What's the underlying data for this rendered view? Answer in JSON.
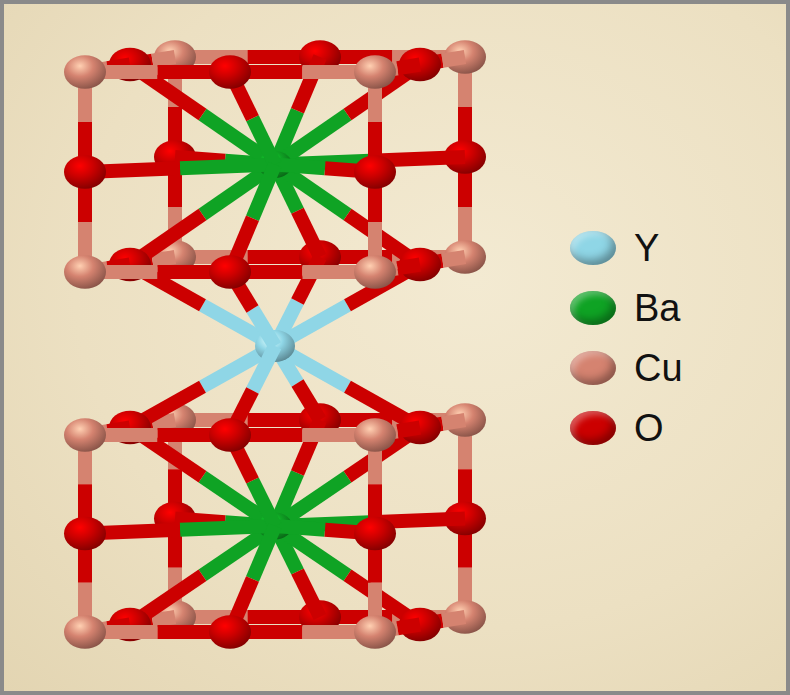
{
  "diagram": {
    "legend": [
      {
        "text": "Y",
        "color": "#8fd6e6"
      },
      {
        "text": "Ba",
        "color": "#0fa324"
      },
      {
        "text": "Cu",
        "color": "#d58370"
      },
      {
        "text": "O",
        "color": "#cc0000"
      }
    ]
  }
}
